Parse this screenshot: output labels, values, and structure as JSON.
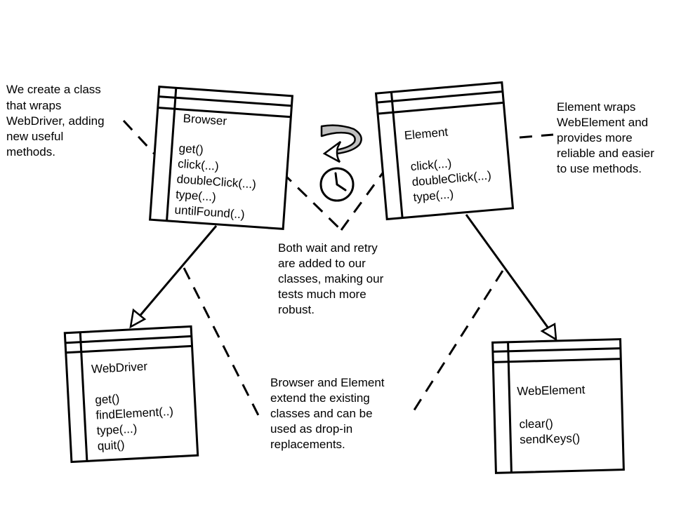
{
  "colors": {
    "stroke": "#000000",
    "background": "#ffffff",
    "rotate_arrow_fill": "#c0c0c0"
  },
  "icons": {
    "retry": "rotate-arrow-icon",
    "wait": "clock-icon"
  },
  "classes": {
    "browser": {
      "name": "Browser",
      "methods": [
        "get()",
        "click(...)",
        "doubleClick(...)",
        "type(...)",
        "untilFound(..)"
      ]
    },
    "element": {
      "name": "Element",
      "methods": [
        "click(...)",
        "doubleClick(...)",
        "type(...)"
      ]
    },
    "webdriver": {
      "name": "WebDriver",
      "methods": [
        "get()",
        "findElement(..)",
        "type(...)",
        "quit()"
      ]
    },
    "webelement": {
      "name": "WebElement",
      "methods": [
        "clear()",
        "sendKeys()"
      ]
    }
  },
  "notes": {
    "browser_note": [
      "We create a class",
      "that wraps",
      "WebDriver, adding",
      "new useful",
      "methods."
    ],
    "element_note": [
      "Element wraps",
      "WebElement and",
      "provides more",
      "reliable and easier",
      "to use methods."
    ],
    "wait_retry_note": [
      "Both wait and retry",
      "are added to our",
      "classes, making our",
      "tests much more",
      "robust."
    ],
    "extend_note": [
      "Browser and Element",
      "extend the existing",
      "classes and can be",
      "used as drop-in",
      "replacements."
    ]
  }
}
